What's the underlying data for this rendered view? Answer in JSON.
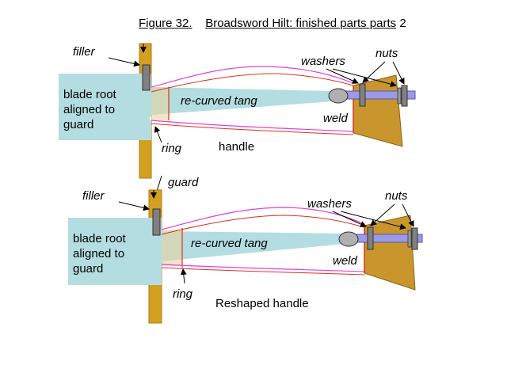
{
  "title": {
    "figure_number": "Figure 32.",
    "text": "Broadsword Hilt: finished parts parts",
    "suffix": "2"
  },
  "top_diagram": {
    "filler": "filler",
    "washers": "washers",
    "nuts": "nuts",
    "blade_line1": "blade root",
    "blade_line2": "aligned to",
    "blade_line3": "guard",
    "tang": "re-curved tang",
    "weld": "weld",
    "ring": "ring",
    "handle": "handle",
    "guard": "guard"
  },
  "bottom_diagram": {
    "filler": "filler",
    "washers": "washers",
    "nuts": "nuts",
    "blade_line1": "blade root",
    "blade_line2": "aligned to",
    "blade_line3": "guard",
    "tang": "re-curved tang",
    "weld": "weld",
    "ring": "ring",
    "handle": "Reshaped handle"
  },
  "colors": {
    "blade": "#b3dde0",
    "guard": "#d4a020",
    "pommel": "#c8962c",
    "filler": "#808080",
    "handle_outline": "#e040e0",
    "weld_line": "#e03020",
    "rod": "#9a9ae6",
    "oval": "#b0b0b0"
  }
}
